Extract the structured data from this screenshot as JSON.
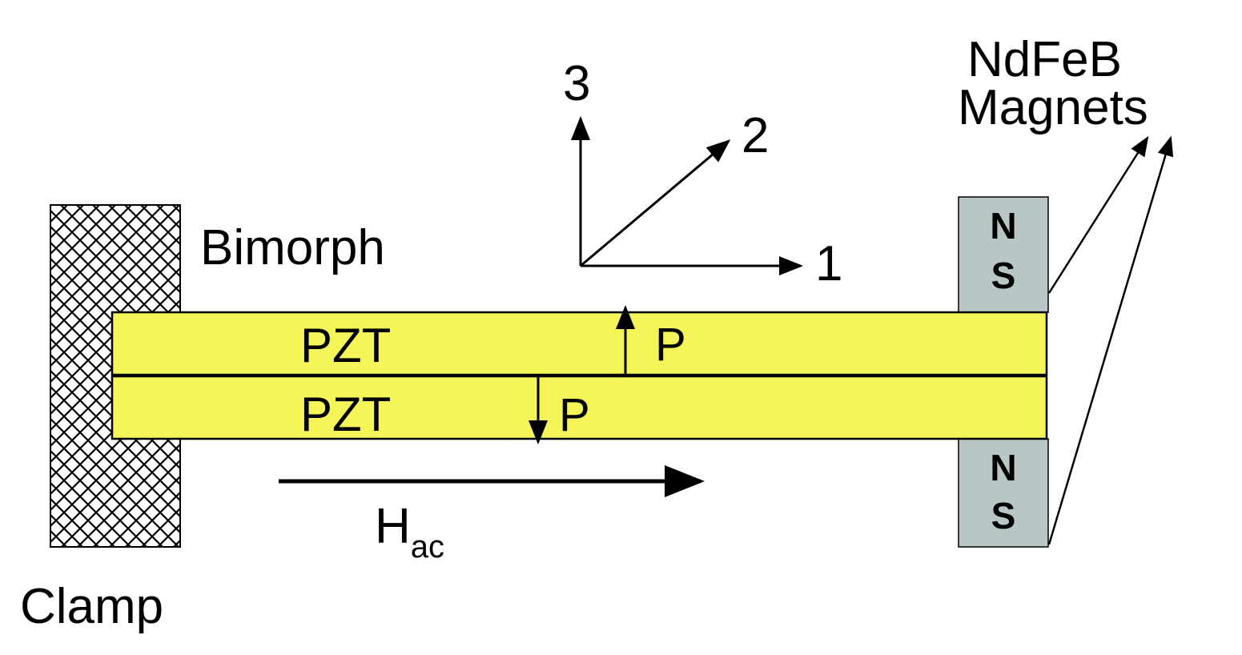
{
  "labels": {
    "clamp": "Clamp",
    "bimorph": "Bimorph",
    "magnets_line1": "NdFeB",
    "magnets_line2": "Magnets",
    "pzt_top": "PZT",
    "pzt_bottom": "PZT",
    "pol_top": "P",
    "pol_bottom": "P",
    "axis_1": "1",
    "axis_2": "2",
    "axis_3": "3",
    "field_main": "H",
    "field_sub": "ac",
    "magnet_top_n": "N",
    "magnet_top_s": "S",
    "magnet_bottom_n": "N",
    "magnet_bottom_s": "S"
  },
  "colors": {
    "pzt_fill": "#f5f55a",
    "magnet_fill": "#b8c6c6",
    "stroke": "#000000",
    "background": "#ffffff"
  }
}
